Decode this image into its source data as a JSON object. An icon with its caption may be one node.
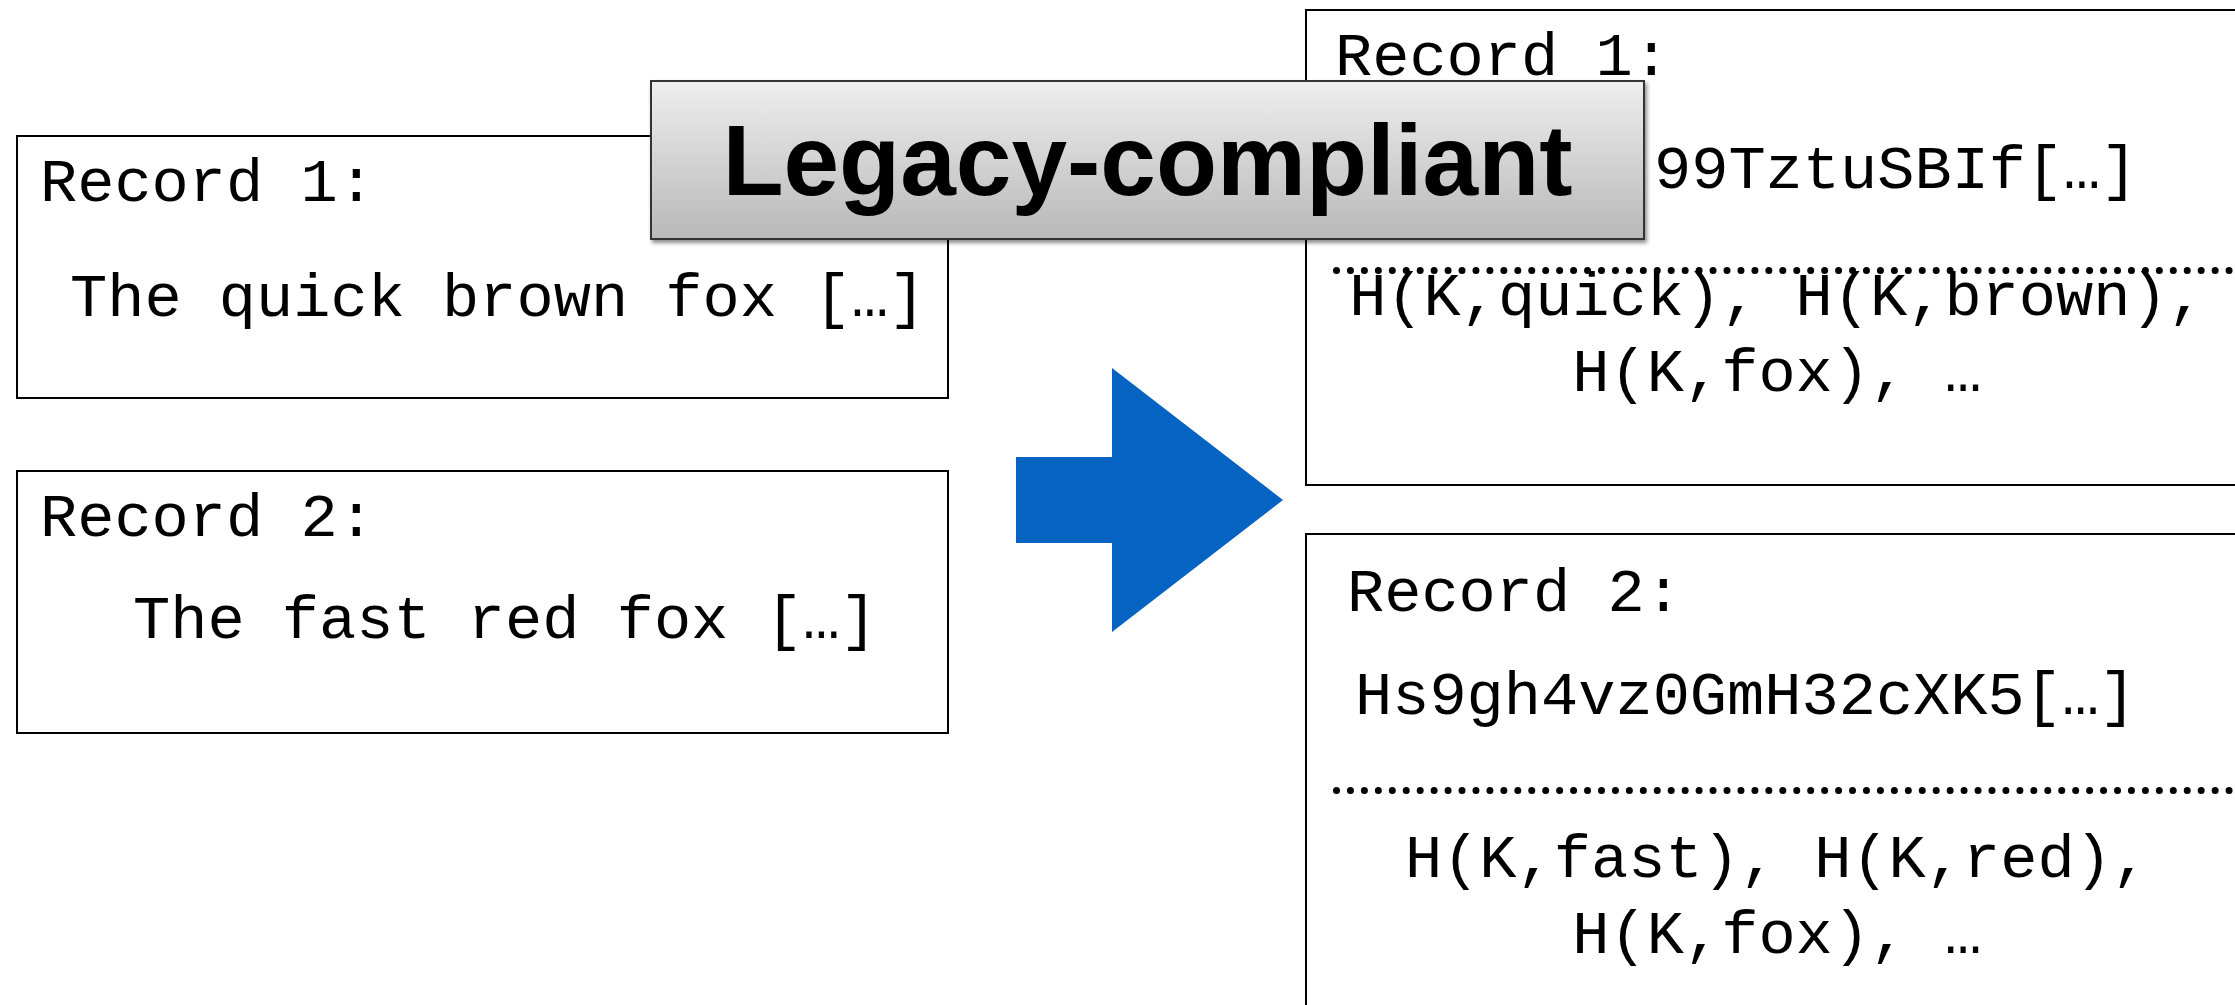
{
  "diagram": {
    "nodes": [
      {
        "text": [
          "Record 1:",
          "The quick brown fox […]"
        ]
      },
      {
        "text": [
          "Record 2:",
          "The fast red fox […]"
        ]
      },
      {
        "text": [
          "Legacy-compliant"
        ]
      },
      {
        "text": [
          "Record 1:",
          "99TztuSBIf[…]",
          "H(K,quick), H(K,brown), H(K,fox), …"
        ]
      },
      {
        "text": [
          "Record 2:",
          "Hs9gh4vz0GmH32cXK5[…]",
          "H(K,fast), H(K,red), H(K,fox), …"
        ]
      }
    ],
    "edges": [
      {
        "from": 1,
        "to": 3,
        "arrow": "to"
      }
    ]
  }
}
